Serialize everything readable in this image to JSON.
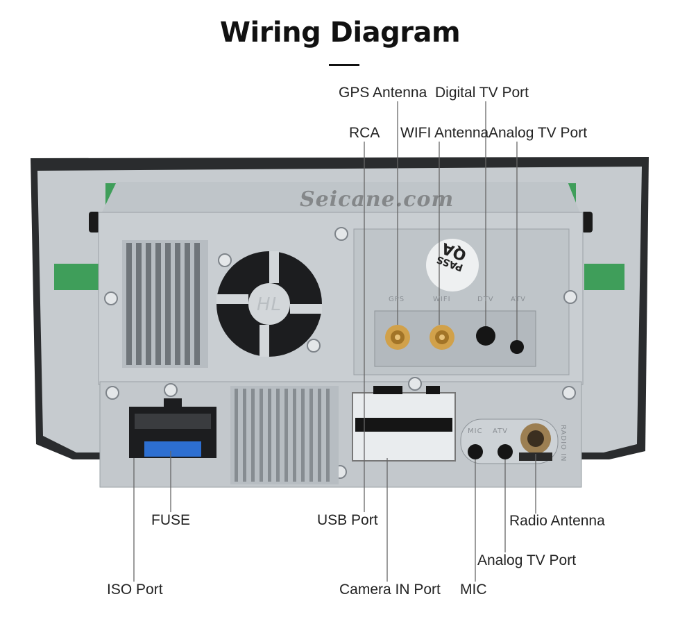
{
  "title": "Wiring Diagram",
  "watermark": "Seicane.com",
  "sticker": {
    "line1": "QA",
    "line2": "PASS"
  },
  "fan_logo": "HL",
  "silkscreen": {
    "gps": "GPS",
    "wifi": "WIFI",
    "dtv": "DTV",
    "atv_top": "ATV",
    "mic": "MIC",
    "atv_bottom": "ATV",
    "radio": "RADIO IN"
  },
  "labels": {
    "gps_antenna": "GPS Antenna",
    "digital_tv_port": "Digital TV Port",
    "rca": "RCA",
    "wifi_antenna": "WIFI Antenna",
    "analog_tv_port_top": "Analog TV Port",
    "fuse": "FUSE",
    "usb_port": "USB Port",
    "radio_antenna": "Radio Antenna",
    "analog_tv_port_bottom": "Analog TV Port",
    "iso_port": "ISO Port",
    "camera_in_port": "Camera IN Port",
    "mic": "MIC"
  },
  "colors": {
    "chassis": "#c9ced2",
    "chassis_dark": "#aeb4b9",
    "frame": "#2a2c2e",
    "green_pcb": "#3f9e5a",
    "fuse_blue": "#2d6fd1",
    "gold": "#d1a14a"
  }
}
